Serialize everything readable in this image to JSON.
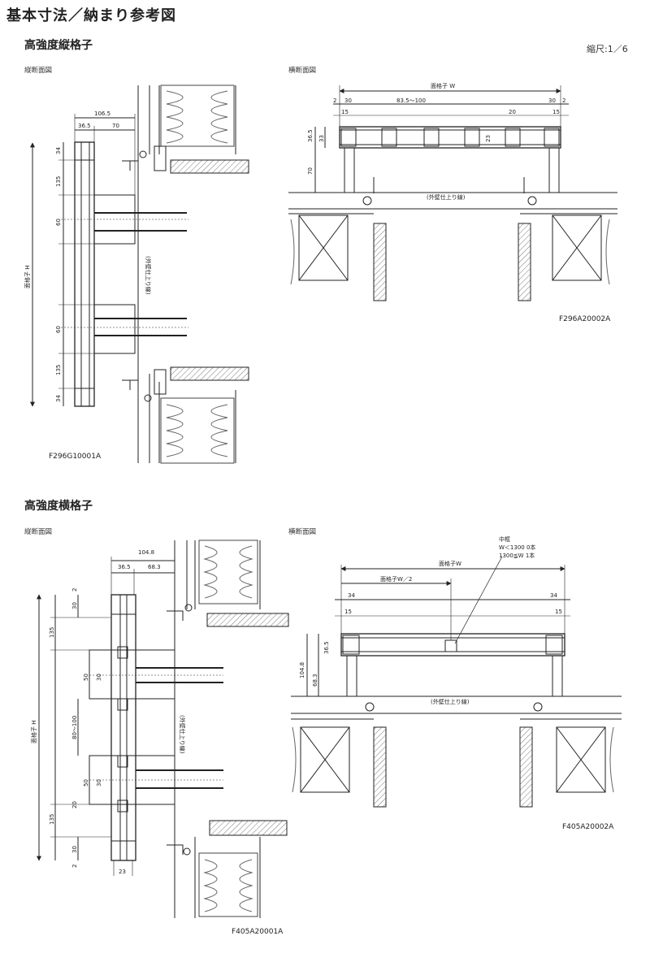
{
  "page_title": "基本寸法／納まり参考図",
  "scale": "縮尺:1／6",
  "sections": [
    {
      "title": "高強度縦格子",
      "vertical_label": "縦断面図",
      "horizontal_label": "横断面図",
      "vertical_code": "F296G10001A",
      "horizontal_code": "F296A20002A",
      "v_dims": {
        "d1": "106.5",
        "d2": "36.5",
        "d3": "70",
        "d34a": "34",
        "d135a": "135",
        "d60a": "60",
        "dH": "面格子 H",
        "d60b": "60",
        "d135b": "135",
        "d34b": "34",
        "wall": "(外壁仕上り線)"
      },
      "h_dims": {
        "dW": "面格子 W",
        "d2a": "2",
        "d30a": "30",
        "d83": "83.5～100",
        "d30b": "30",
        "d2b": "2",
        "d15a": "15",
        "d20": "20",
        "d15b": "15",
        "d365": "36.5",
        "d33": "33",
        "d23": "23",
        "d70": "70",
        "wall": "(外壁仕上り線)"
      }
    },
    {
      "title": "高強度横格子",
      "vertical_label": "縦断面図",
      "horizontal_label": "横断面図",
      "vertical_code": "F405A20001A",
      "horizontal_code": "F405A20002A",
      "v_dims": {
        "d1": "104.8",
        "d2": "36.5",
        "d3": "68.3",
        "d2a": "2",
        "d30a": "30",
        "d135a": "135",
        "d50a": "50",
        "d30c": "30",
        "d80": "80～100",
        "dH": "面格子 H",
        "d50b": "50",
        "d30d": "30",
        "d20": "20",
        "d135b": "135",
        "d30b": "30",
        "d2b": "2",
        "d23": "23",
        "wall": "(外壁仕上り線)"
      },
      "h_dims": {
        "note1": "中框",
        "note2": "W＜1300 0本",
        "note3": "1300≦W 1本",
        "dW": "面格子W",
        "dW2": "面格子W／2",
        "d34a": "34",
        "d34b": "34",
        "d15a": "15",
        "d15b": "15",
        "d365": "36.5",
        "d1048": "104.8",
        "d683": "68.3",
        "wall": "(外壁仕上り線)"
      }
    }
  ]
}
